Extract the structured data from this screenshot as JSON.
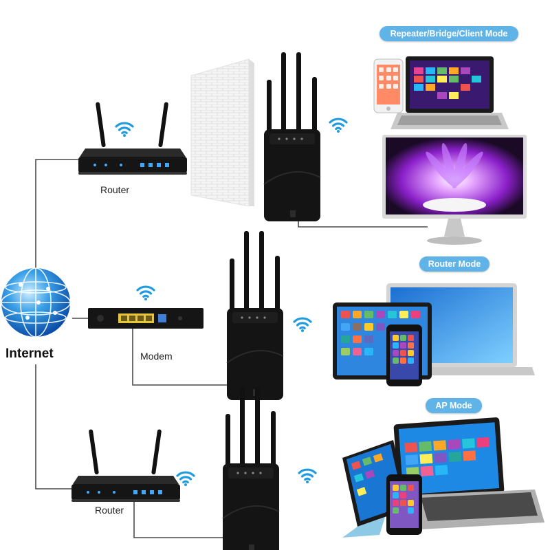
{
  "labels": {
    "internet": "Internet",
    "router_top": "Router",
    "modem": "Modem",
    "router_bottom": "Router"
  },
  "modes": {
    "repeater": "Repeater/Bridge/Client Mode",
    "router": "Router Mode",
    "ap": "AP Mode"
  },
  "colors": {
    "wifi_blue": "#1f9be0",
    "pill_blue": "#5fb3e6",
    "device_black": "#141414",
    "cable_gray": "#4a4a4a",
    "modem_port_yellow": "#e8c43a"
  },
  "icons": {
    "globe": "internet-globe-icon",
    "wifi": "wifi-signal-icon",
    "wall": "brick-wall-icon"
  }
}
